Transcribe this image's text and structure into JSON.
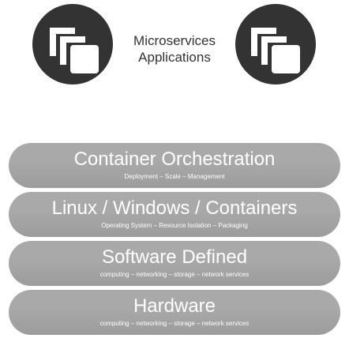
{
  "header": {
    "title_line1": "Microservices",
    "title_line2": "Applications",
    "icon_left": "stacked-windows-icon",
    "icon_right": "stacked-windows-icon"
  },
  "layers": [
    {
      "title": "Container Orchestration",
      "subtitle": "Deployment – Scale – Management"
    },
    {
      "title": "Linux / Windows / Containers",
      "subtitle": "Operating System – Resource Isolation – Packaging"
    },
    {
      "title": "Software Defined",
      "subtitle": "computing – networking – storage – network services"
    },
    {
      "title": "Hardware",
      "subtitle": "computing – networking – storage – network services"
    }
  ],
  "colors": {
    "circle": "#333333",
    "layer": "#a9a9a9",
    "layer_text": "#ffffff",
    "title_text": "#333333"
  }
}
